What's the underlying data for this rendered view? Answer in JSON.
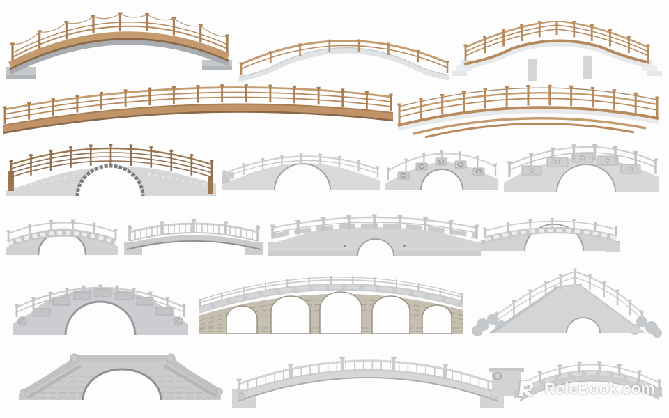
{
  "page": {
    "background": "#fdfdfd",
    "description": "Catalog collage of 19 Chinese garden bridge 3D models on a white background"
  },
  "watermark": {
    "logo_icon": "relebook-logo",
    "text": "ReleBook.com",
    "color": "#ffffff"
  },
  "palette": {
    "wood": "#c49b6e",
    "wood_dark": "#8a6847",
    "wood_rail": "#a97d52",
    "stone_light": "#d6d8d9",
    "stone_mid": "#c5c7c9",
    "granite": "#cfd1d2",
    "brick_tan": "#c5bfb0",
    "deck_gray": "#e2e4e6",
    "background": "#fdfdfd"
  },
  "bridges": [
    {
      "label": "Wooden arch bridge with rope railing",
      "material": "wood"
    },
    {
      "label": "Curved wooden footbridge with handrail",
      "material": "wood"
    },
    {
      "label": "Wooden bridge with stepped abutments and twin piers",
      "material": "wood"
    },
    {
      "label": "Long shallow wooden arch bridge with post-and-rail fence",
      "material": "wood"
    },
    {
      "label": "Wooden arch bridge with double support beams",
      "material": "wood"
    },
    {
      "label": "Stone arch bridge with wooden railing",
      "material": "stone and wood"
    },
    {
      "label": "Plain stone arch bridge",
      "material": "stone"
    },
    {
      "label": "Stone arch bridge with oval-pierced panels",
      "material": "stone"
    },
    {
      "label": "Stone arch bridge with carved relief panels",
      "material": "stone"
    },
    {
      "label": "Granite arch bridge with slotted parapet",
      "material": "granite"
    },
    {
      "label": "Stone balustrade bridge with flat deck",
      "material": "stone"
    },
    {
      "label": "Long granite bridge with small central arch",
      "material": "granite"
    },
    {
      "label": "Low granite arch bridge with stepped ends",
      "material": "granite"
    },
    {
      "label": "Ornate carved stone arch bridge",
      "material": "stone"
    },
    {
      "label": "Five-arch brick and stone bridge",
      "material": "brick"
    },
    {
      "label": "Angular stone bridge with cloud-scroll wing walls",
      "material": "stone"
    },
    {
      "label": "Granite slab bridge with sloped ramps and roll ends",
      "material": "granite"
    },
    {
      "label": "Stone balustrade arch bridge",
      "material": "stone"
    },
    {
      "label": "Granite arch bridge with panel railing and volute pedestal",
      "material": "granite"
    }
  ]
}
